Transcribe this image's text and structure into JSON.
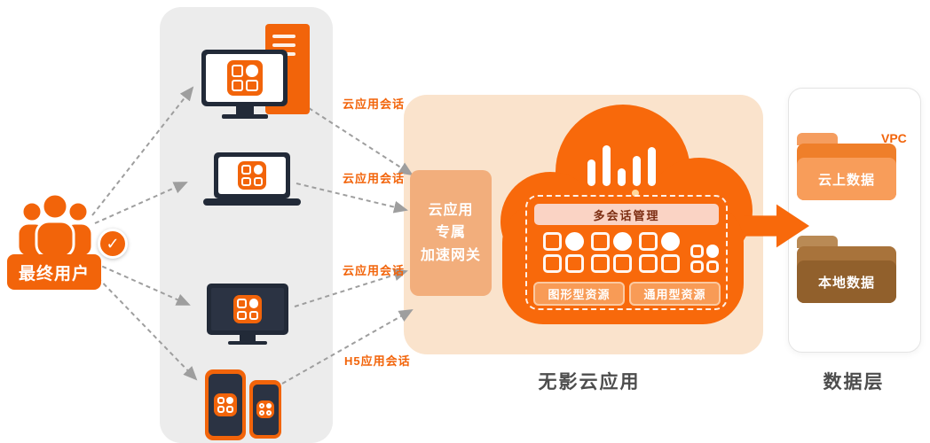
{
  "left": {
    "user_label": "最终用户",
    "check": "✓"
  },
  "sessions": [
    {
      "label": "云应用会话"
    },
    {
      "label": "云应用会话"
    },
    {
      "label": "云应用会话"
    },
    {
      "label": "H5应用会话"
    }
  ],
  "gateway": {
    "label": "云应用\n专属\n加速网关"
  },
  "cloud": {
    "session_mgmt": "多会话管理",
    "resources": [
      {
        "label": "图形型资源"
      },
      {
        "label": "通用型资源"
      }
    ],
    "caption": "无影云应用"
  },
  "data_layer": {
    "vpc_label": "VPC",
    "folders": [
      {
        "label": "云上数据"
      },
      {
        "label": "本地数据"
      }
    ],
    "caption": "数据层"
  },
  "colors": {
    "primary_orange": "#F2640A",
    "cloud_orange": "#F8690B",
    "panel_peach": "#FAE3CC",
    "device_dark": "#222A38"
  }
}
